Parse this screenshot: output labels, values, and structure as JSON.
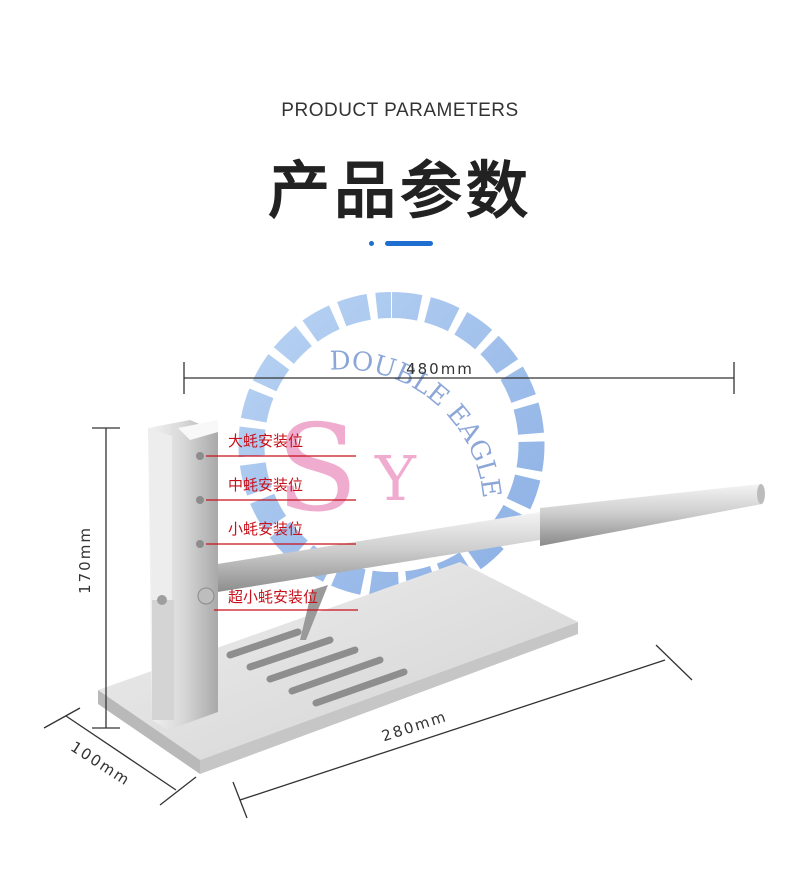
{
  "header": {
    "subtitle": "PRODUCT PARAMETERS",
    "title": "产品参数"
  },
  "watermark": {
    "arc_text": "DOUBLE EAGLE",
    "initials_s": "S",
    "initials_y": "Y"
  },
  "dimensions": {
    "length": "480mm",
    "height": "170mm",
    "base_length": "280mm",
    "base_width": "100mm"
  },
  "labels": [
    "大蚝安装位",
    "中蚝安装位",
    "小蚝安装位",
    "超小蚝安装位"
  ],
  "colors": {
    "accent": "#1f6fd1",
    "label_red": "#c8101a"
  }
}
